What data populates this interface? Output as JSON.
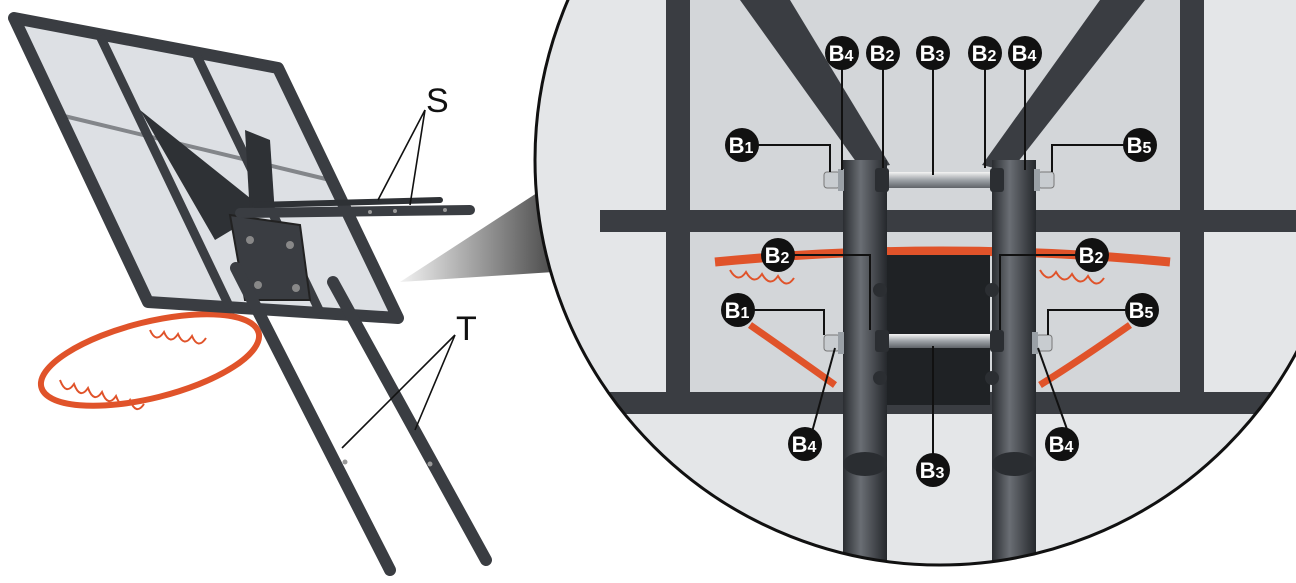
{
  "labels": {
    "s": "S",
    "t": "T"
  },
  "callouts": [
    {
      "id": "b4-top-left",
      "letter": "B",
      "num": "4"
    },
    {
      "id": "b2-top-left",
      "letter": "B",
      "num": "2"
    },
    {
      "id": "b3-top",
      "letter": "B",
      "num": "3"
    },
    {
      "id": "b2-top-right",
      "letter": "B",
      "num": "2"
    },
    {
      "id": "b4-top-right",
      "letter": "B",
      "num": "4"
    },
    {
      "id": "b1-upper",
      "letter": "B",
      "num": "1"
    },
    {
      "id": "b5-upper",
      "letter": "B",
      "num": "5"
    },
    {
      "id": "b2-mid-left",
      "letter": "B",
      "num": "2"
    },
    {
      "id": "b2-mid-right",
      "letter": "B",
      "num": "2"
    },
    {
      "id": "b1-lower",
      "letter": "B",
      "num": "1"
    },
    {
      "id": "b5-lower",
      "letter": "B",
      "num": "5"
    },
    {
      "id": "b4-bottom-left",
      "letter": "B",
      "num": "4"
    },
    {
      "id": "b3-bottom",
      "letter": "B",
      "num": "3"
    },
    {
      "id": "b4-bottom-right",
      "letter": "B",
      "num": "4"
    }
  ],
  "colors": {
    "frame": "#3a3d42",
    "glass": "#d9dde1",
    "hoop": "#e0532a",
    "bolt": "#c8ccd0",
    "badge": "#111111",
    "panel": "#d3d6d9",
    "sky": "#e4e6e8"
  }
}
